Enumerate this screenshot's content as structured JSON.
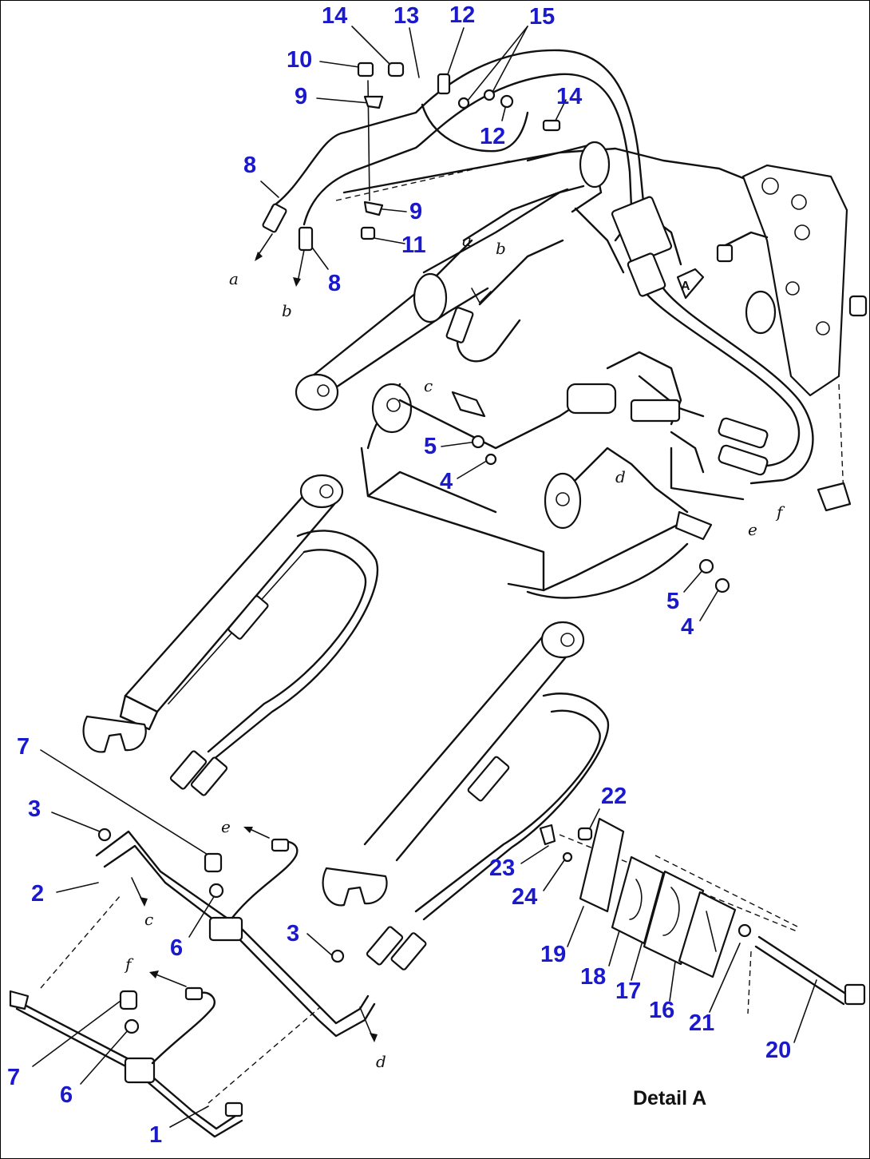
{
  "drawing": {
    "colors": {
      "callout": "#1a1acc",
      "line": "#111111",
      "background": "#ffffff"
    },
    "detail_label": "Detail A",
    "view_marker": "A",
    "callouts": [
      {
        "id": "c14a",
        "label": "14"
      },
      {
        "id": "c13",
        "label": "13"
      },
      {
        "id": "c12a",
        "label": "12"
      },
      {
        "id": "c15",
        "label": "15"
      },
      {
        "id": "c10",
        "label": "10"
      },
      {
        "id": "c9a",
        "label": "9"
      },
      {
        "id": "c14b",
        "label": "14"
      },
      {
        "id": "c12b",
        "label": "12"
      },
      {
        "id": "c8a",
        "label": "8"
      },
      {
        "id": "c9b",
        "label": "9"
      },
      {
        "id": "c11",
        "label": "11"
      },
      {
        "id": "c8b",
        "label": "8"
      },
      {
        "id": "c5a",
        "label": "5"
      },
      {
        "id": "c4a",
        "label": "4"
      },
      {
        "id": "c5b",
        "label": "5"
      },
      {
        "id": "c4b",
        "label": "4"
      },
      {
        "id": "c7a",
        "label": "7"
      },
      {
        "id": "c3a",
        "label": "3"
      },
      {
        "id": "c2",
        "label": "2"
      },
      {
        "id": "c6a",
        "label": "6"
      },
      {
        "id": "c3b",
        "label": "3"
      },
      {
        "id": "c7b",
        "label": "7"
      },
      {
        "id": "c6b",
        "label": "6"
      },
      {
        "id": "c1",
        "label": "1"
      },
      {
        "id": "c22",
        "label": "22"
      },
      {
        "id": "c23",
        "label": "23"
      },
      {
        "id": "c24",
        "label": "24"
      },
      {
        "id": "c19",
        "label": "19"
      },
      {
        "id": "c18",
        "label": "18"
      },
      {
        "id": "c17",
        "label": "17"
      },
      {
        "id": "c16",
        "label": "16"
      },
      {
        "id": "c21",
        "label": "21"
      },
      {
        "id": "c20",
        "label": "20"
      }
    ],
    "connection_refs": [
      {
        "id": "ra1",
        "label": "a"
      },
      {
        "id": "rb1",
        "label": "b"
      },
      {
        "id": "ra2",
        "label": "a"
      },
      {
        "id": "rb2",
        "label": "b"
      },
      {
        "id": "rc1",
        "label": "c"
      },
      {
        "id": "rd1",
        "label": "d"
      },
      {
        "id": "re1",
        "label": "e"
      },
      {
        "id": "rf1",
        "label": "f"
      },
      {
        "id": "re2",
        "label": "e"
      },
      {
        "id": "rc2",
        "label": "c"
      },
      {
        "id": "rf2",
        "label": "f"
      },
      {
        "id": "rd2",
        "label": "d"
      }
    ]
  }
}
